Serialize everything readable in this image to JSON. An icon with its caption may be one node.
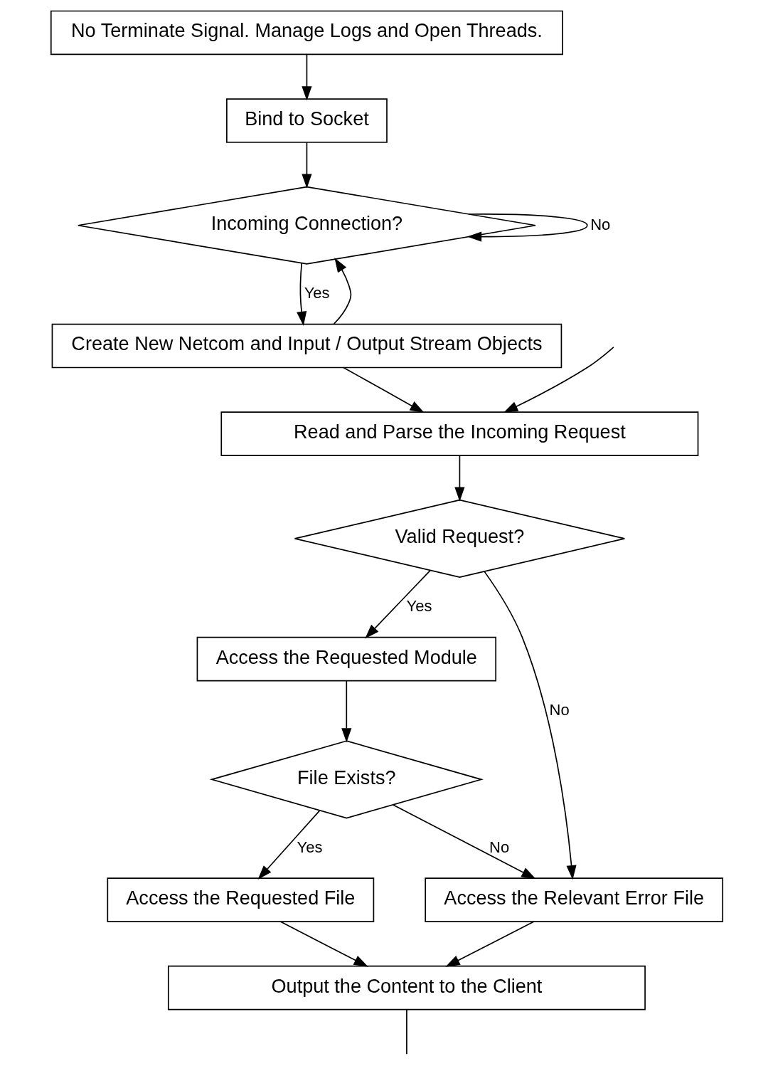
{
  "diagram": {
    "nodes": [
      {
        "text": [
          "No Terminate Signal. Manage Logs and Open Threads."
        ]
      },
      {
        "text": [
          "Bind to Socket"
        ]
      },
      {
        "text": [
          "Incoming Connection?"
        ]
      },
      {
        "text": [
          "Create New Netcom and Input / Output Stream Objects"
        ]
      },
      {
        "text": [
          "Read and Parse the Incoming Request"
        ]
      },
      {
        "text": [
          "Valid Request?"
        ]
      },
      {
        "text": [
          "Access the Requested Module"
        ]
      },
      {
        "text": [
          "File Exists?"
        ]
      },
      {
        "text": [
          "Access the Relevant Error File"
        ]
      },
      {
        "text": [
          "Access the Requested File"
        ]
      },
      {
        "text": [
          "Output the Content to the Client"
        ]
      }
    ],
    "edges": [
      {
        "from": 0,
        "to": 1,
        "arrow": "to"
      },
      {
        "from": 1,
        "to": 2,
        "arrow": "to"
      },
      {
        "from": 2,
        "to": 2,
        "label": "No",
        "arrow": "to"
      },
      {
        "from": 2,
        "to": 3,
        "label": "Yes",
        "arrow": "to"
      },
      {
        "from": 3,
        "to": 2,
        "arrow": "to"
      },
      {
        "from": 3,
        "to": 4,
        "arrow": "to"
      },
      {
        "from": null,
        "to": 4,
        "arrow": "to"
      },
      {
        "from": 4,
        "to": 5,
        "arrow": "to"
      },
      {
        "from": 5,
        "to": 6,
        "label": "Yes",
        "arrow": "to"
      },
      {
        "from": 5,
        "to": 8,
        "label": "No",
        "arrow": "to"
      },
      {
        "from": 6,
        "to": 7,
        "arrow": "to"
      },
      {
        "from": 7,
        "to": 8,
        "label": "No",
        "arrow": "to"
      },
      {
        "from": 7,
        "to": 9,
        "label": "Yes",
        "arrow": "to"
      },
      {
        "from": 9,
        "to": 10,
        "arrow": "to"
      },
      {
        "from": 8,
        "to": 10,
        "arrow": "to"
      },
      {
        "from": 10,
        "to": null,
        "arrow": "none"
      }
    ]
  }
}
